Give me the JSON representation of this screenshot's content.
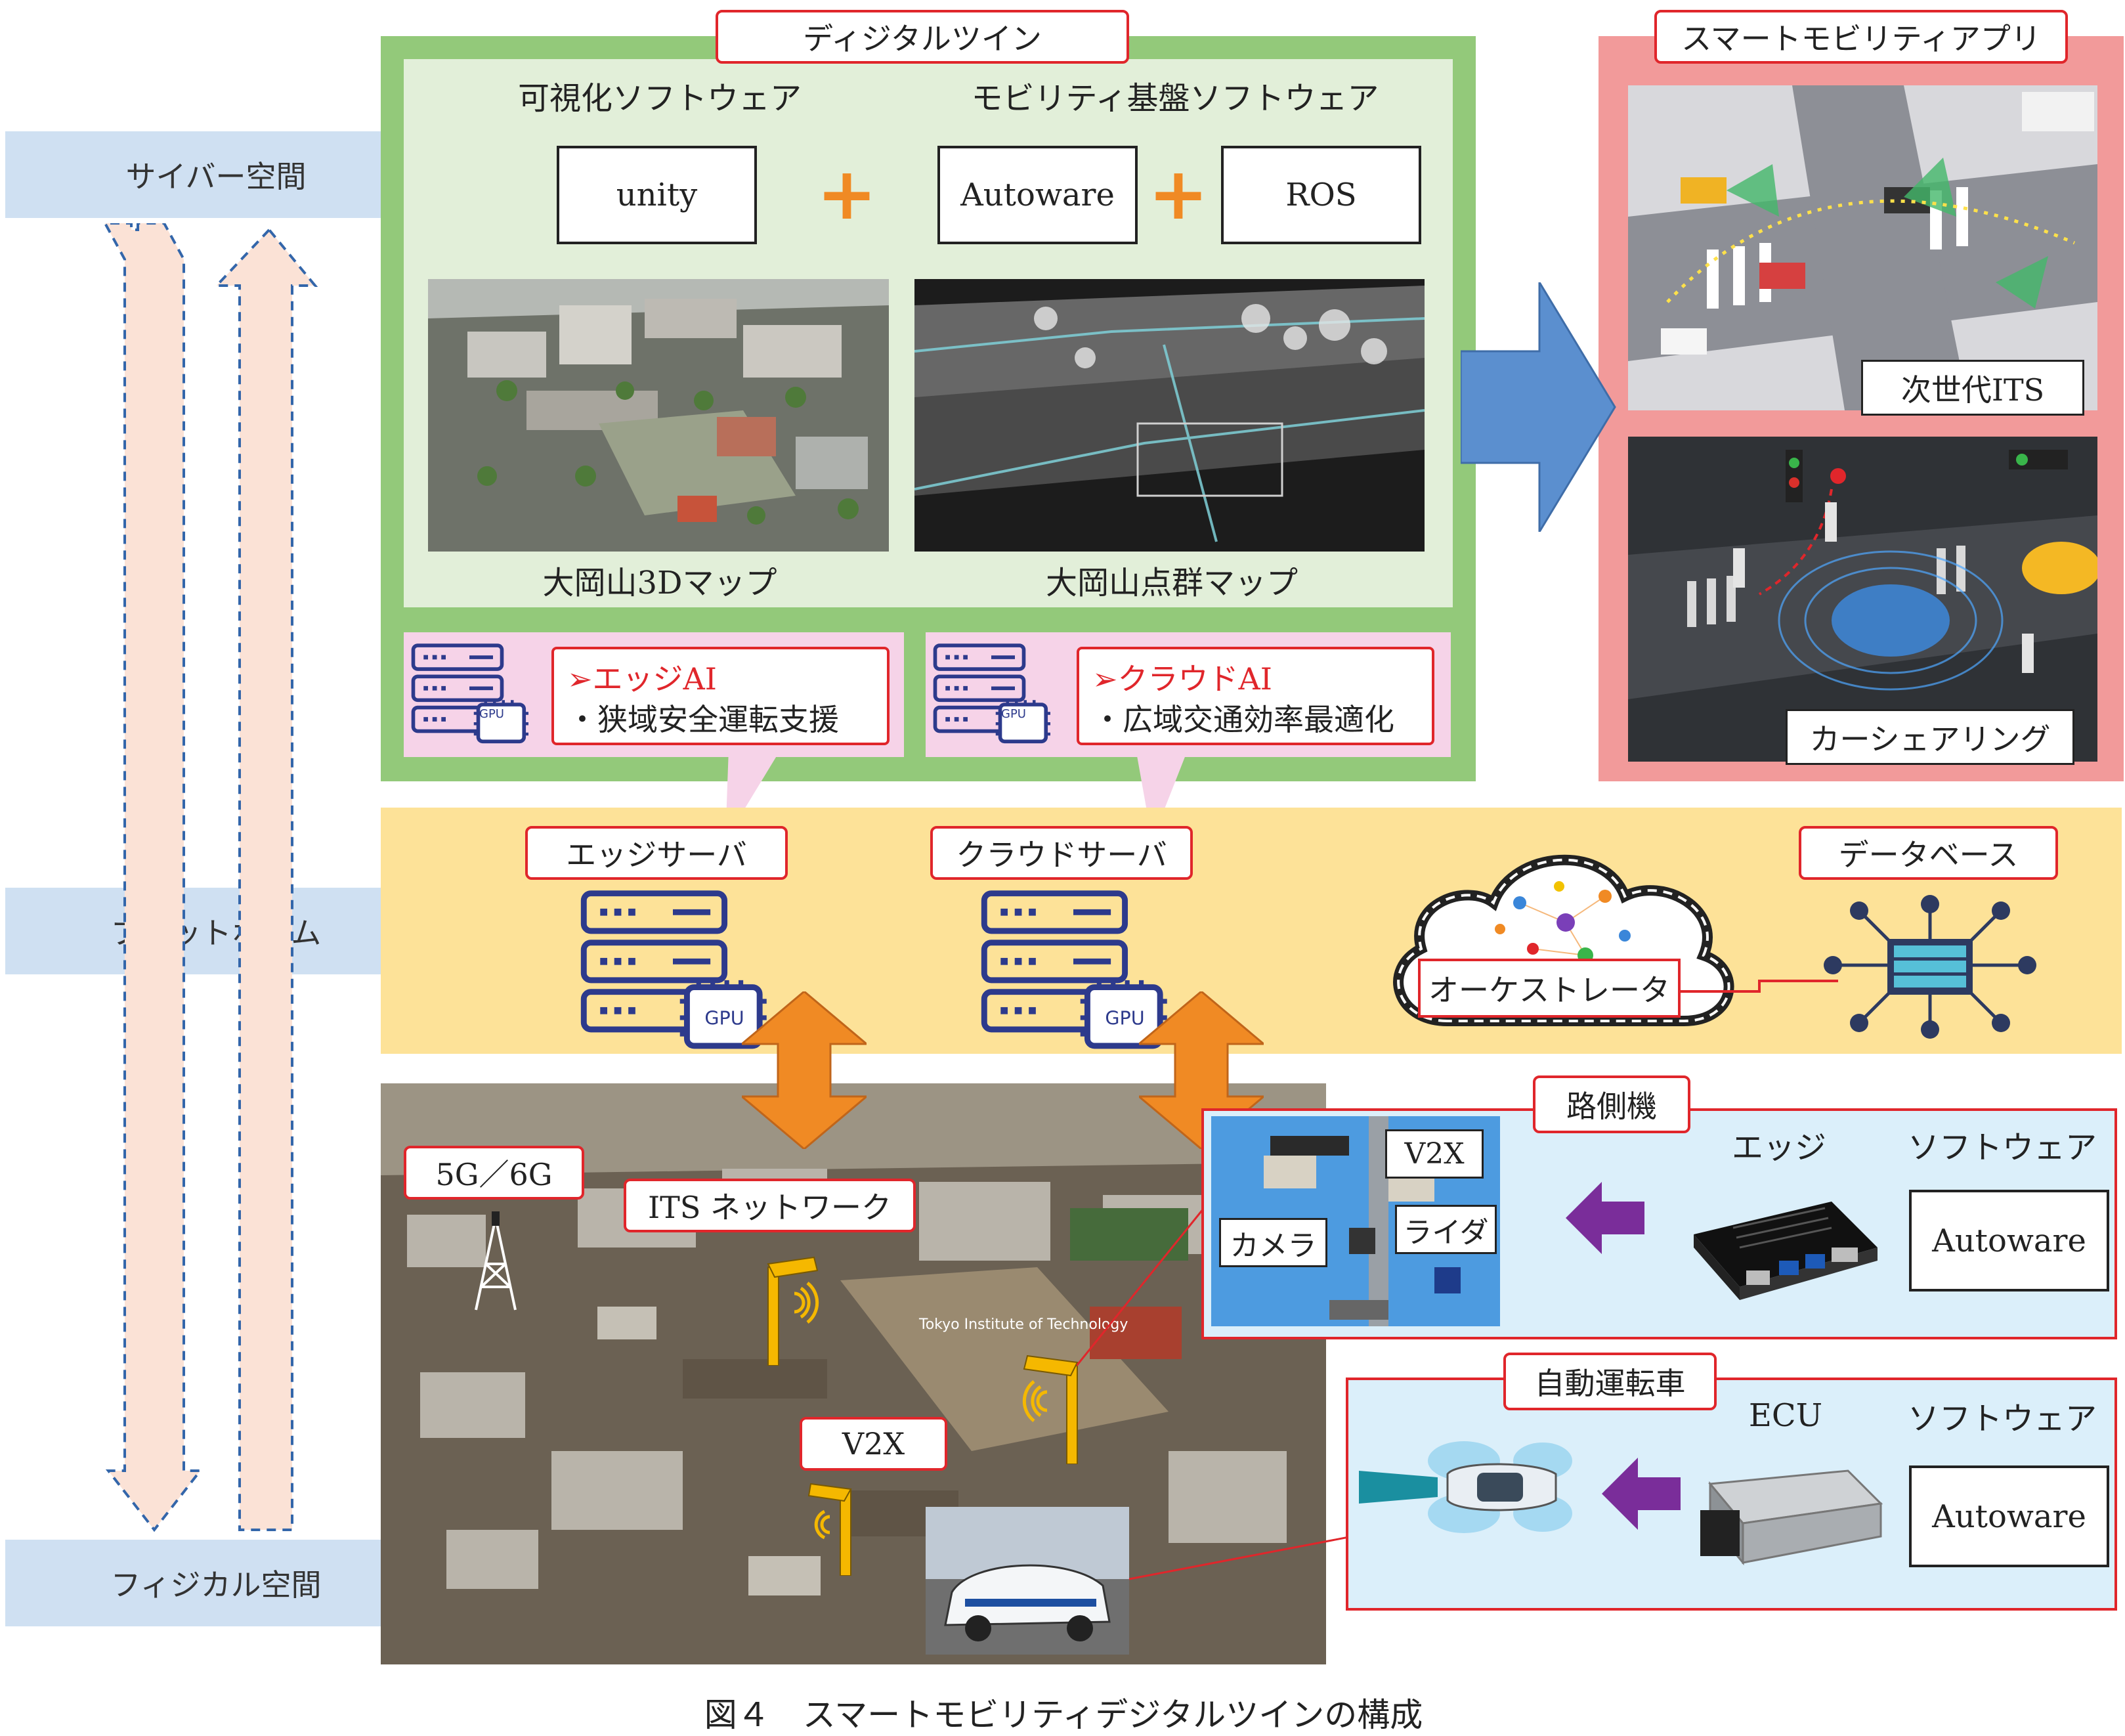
{
  "layers": {
    "cyber": "サイバー空間",
    "platform": "プラットホーム",
    "physical": "フィジカル空間"
  },
  "digital_twin": {
    "title": "ディジタルツイン",
    "viz_software_label": "可視化ソフトウェア",
    "mobility_software_label": "モビリティ基盤ソフトウェア",
    "boxes": [
      "unity",
      "Autoware",
      "ROS"
    ],
    "plus": "+",
    "map_3d_caption": "大岡山3Dマップ",
    "point_cloud_caption": "大岡山点群マップ"
  },
  "ai": {
    "edge": {
      "title": "➢エッジAI",
      "desc": "・狭域安全運転支援"
    },
    "cloud": {
      "title": "➢クラウドAI",
      "desc": "・広域交通効率最適化"
    },
    "gpu_label": "GPU"
  },
  "smart_mobility": {
    "title": "スマートモビリティアプリ",
    "its_label": "次世代ITS",
    "carsharing_label": "カーシェアリング"
  },
  "platform": {
    "edge_server": "エッジサーバ",
    "cloud_server": "クラウドサーバ",
    "database": "データベース",
    "orchestrator": "オーケストレータ",
    "gpu_label": "GPU"
  },
  "physical": {
    "net_5g": "5G／6G",
    "its_network": "ITS ネットワーク",
    "v2x": "V2X",
    "campus_label": "Tokyo Institute of Technology"
  },
  "roadside": {
    "title": "路側機",
    "edge_label": "エッジ",
    "software_label": "ソフトウェア",
    "autoware": "Autoware",
    "v2x": "V2X",
    "camera": "カメラ",
    "lidar": "ライダ"
  },
  "vehicle": {
    "title": "自動運転車",
    "ecu_label": "ECU",
    "software_label": "ソフトウェア",
    "autoware": "Autoware"
  },
  "figure_caption": "図４　スマートモビリティデジタルツインの構成",
  "colors": {
    "green_outer": "#93c97a",
    "green_inner": "#e2efd9",
    "pink_outer": "#f29a9a",
    "platform_band": "#fde298",
    "layer_label": "#cfe0f2",
    "red_accent": "#e0262b",
    "orange_arrow": "#f08a24",
    "blue_arrow": "#5b8fcf",
    "purple_arrow": "#7a2d9a"
  }
}
